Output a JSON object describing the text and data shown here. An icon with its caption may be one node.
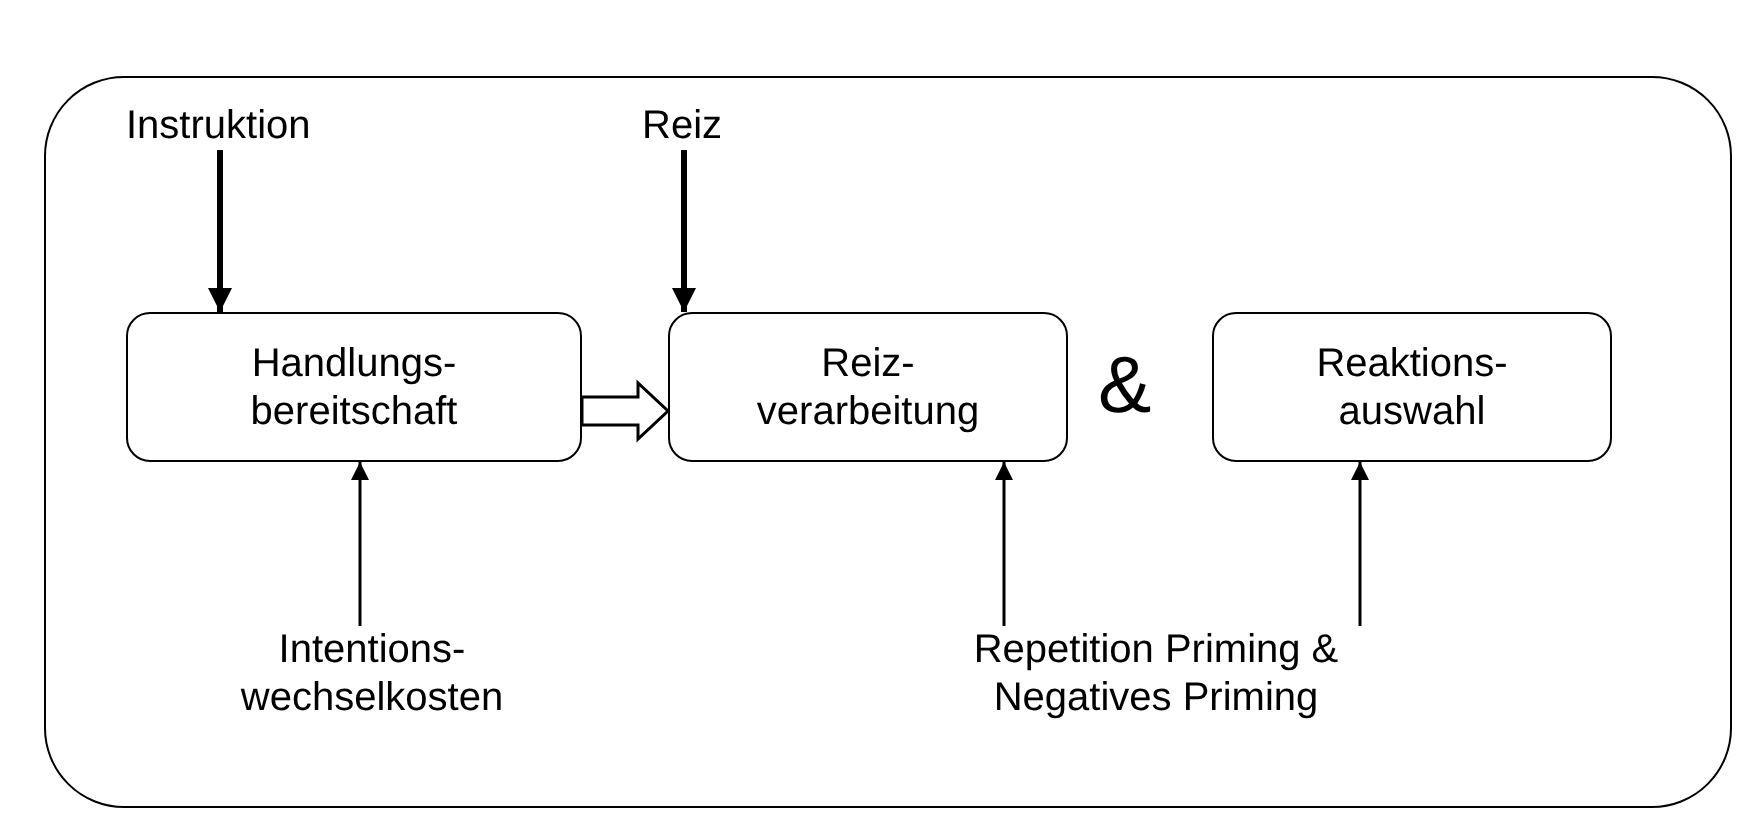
{
  "diagram": {
    "nodes": [
      {
        "text": [],
        "shape": "box"
      },
      {
        "text": [
          "Instruktion"
        ],
        "in": 0
      },
      {
        "text": [
          "Reiz"
        ],
        "in": 0
      },
      {
        "text": [
          "Handlungs- bereitschaft"
        ],
        "in": 0
      },
      {
        "text": [
          "Reiz- verarbeitung"
        ],
        "in": 0
      },
      {
        "text": [
          "Reaktions- auswahl"
        ],
        "in": 0
      },
      {
        "text": [
          "Intentions- wechselkosten"
        ],
        "in": 0
      },
      {
        "text": [
          "Repetition Priming & Negatives Priming"
        ],
        "in": 0
      }
    ],
    "edges": [
      {
        "from": 1,
        "to": 3,
        "arrow": "to",
        "style": "thick"
      },
      {
        "from": 2,
        "to": 4,
        "arrow": "to",
        "style": "thick"
      },
      {
        "from": 3,
        "to": 4,
        "arrow": "to"
      },
      {
        "from": 6,
        "to": 3,
        "arrow": "to"
      },
      {
        "from": 7,
        "to": 4,
        "arrow": "to"
      },
      {
        "from": 7,
        "to": 5,
        "arrow": "to"
      }
    ],
    "labels": [
      "&"
    ]
  }
}
